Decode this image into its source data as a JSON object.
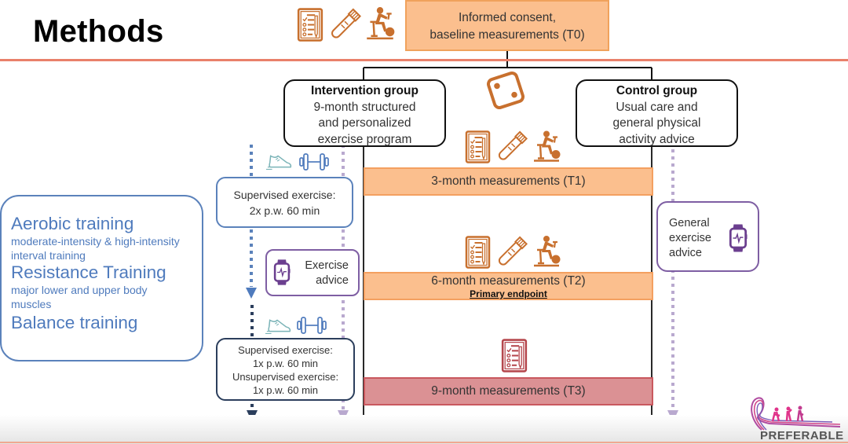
{
  "slide": {
    "title": "Methods",
    "colors": {
      "accent_rule": "#e9806a",
      "measurement_fill": "#fbbf8e",
      "final_measurement_fill": "#db9194",
      "icon_orange": "#c8702e",
      "intervention_blue": "#5b82bb",
      "intervention_dark": "#2b3e5c",
      "advice_purple": "#7e5ea3",
      "control_dotted": "#b9a9cf"
    }
  },
  "baseline": {
    "line1": "Informed consent,",
    "line2": "baseline measurements (T0)",
    "icons": [
      "questionnaire-icon",
      "blood-sample-tube-icon",
      "exercise-bike-icon"
    ]
  },
  "randomization": {
    "icon": "dice-icon"
  },
  "intervention_group": {
    "title": "Intervention group",
    "lines": [
      "9-month structured",
      "and personalized",
      "exercise program"
    ]
  },
  "control_group": {
    "title": "Control group",
    "lines": [
      "Usual care and",
      "general physical",
      "activity advice"
    ]
  },
  "measurements": [
    {
      "label": "3-month measurements (T1)",
      "icons": [
        "questionnaire-icon",
        "blood-sample-tube-icon",
        "exercise-bike-icon"
      ]
    },
    {
      "label": "6-month measurements (T2)",
      "sublabel": "Primary endpoint",
      "icons": [
        "questionnaire-icon",
        "blood-sample-tube-icon",
        "exercise-bike-icon"
      ]
    },
    {
      "label": "9-month measurements (T3)",
      "icons": [
        "questionnaire-icon"
      ]
    }
  ],
  "training_types": [
    {
      "title": "Aerobic training",
      "detail": [
        "moderate-intensity & high-intensity",
        "interval training"
      ]
    },
    {
      "title": "Resistance Training",
      "detail": [
        "major lower and upper body",
        "muscles"
      ]
    },
    {
      "title": "Balance training",
      "detail": []
    }
  ],
  "phase1": {
    "lines": [
      "Supervised exercise:",
      "2x p.w. 60 min"
    ],
    "icons": [
      "running-shoe-icon",
      "dumbbell-icon"
    ]
  },
  "phase2": {
    "lines": [
      "Supervised exercise:",
      "1x p.w. 60 min",
      "Unsupervised exercise:",
      "1x p.w. 60 min"
    ],
    "icons": [
      "running-shoe-icon",
      "dumbbell-icon"
    ]
  },
  "exercise_advice": {
    "lines": [
      "Exercise",
      "advice"
    ],
    "icon": "smartwatch-icon"
  },
  "general_advice": {
    "lines": [
      "General",
      "exercise",
      "advice"
    ],
    "icon": "smartwatch-icon"
  },
  "logo": {
    "text": "PREFERABLE"
  }
}
